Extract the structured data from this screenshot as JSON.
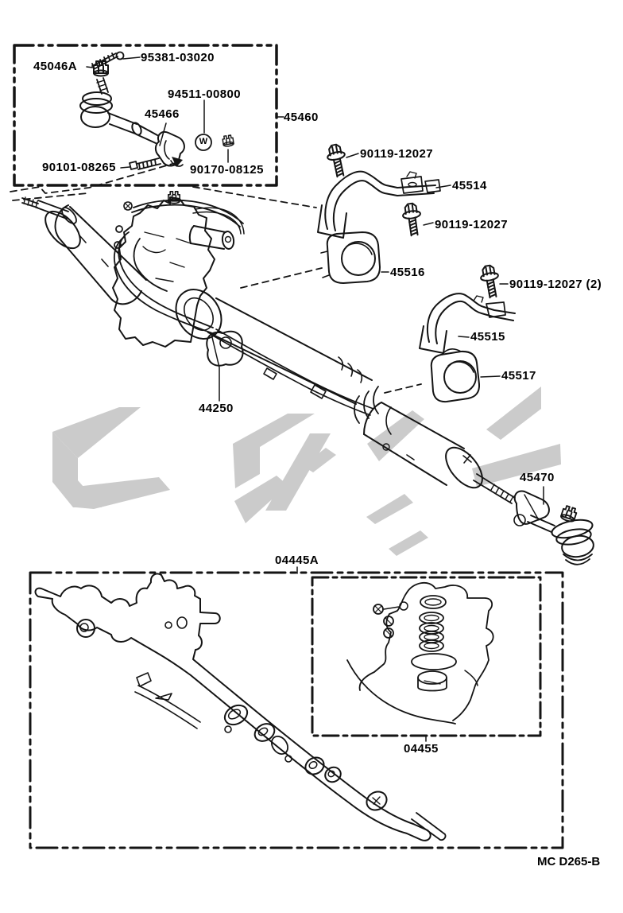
{
  "diagram": {
    "type": "parts-diagram",
    "drawing_code": "MC D265-B",
    "colors": {
      "ink": "#141414",
      "watermark": "#cbcbcb",
      "background": "#ffffff"
    },
    "symbols": {
      "washer": "W"
    },
    "callouts": {
      "p45046a": "45046A",
      "p95381": "95381-03020",
      "p94511": "94511-00800",
      "p45466": "45466",
      "p90101": "90101-08265",
      "p90170": "90170-08125",
      "p45460": "45460",
      "p90119_top": "90119-12027",
      "p45514": "45514",
      "p90119_mid": "90119-12027",
      "p45516": "45516",
      "p90119_x2": "90119-12027 (2)",
      "p45515": "45515",
      "p45517": "45517",
      "p44250": "44250",
      "p45470": "45470",
      "p04445a": "04445A",
      "p04455": "04455"
    }
  }
}
